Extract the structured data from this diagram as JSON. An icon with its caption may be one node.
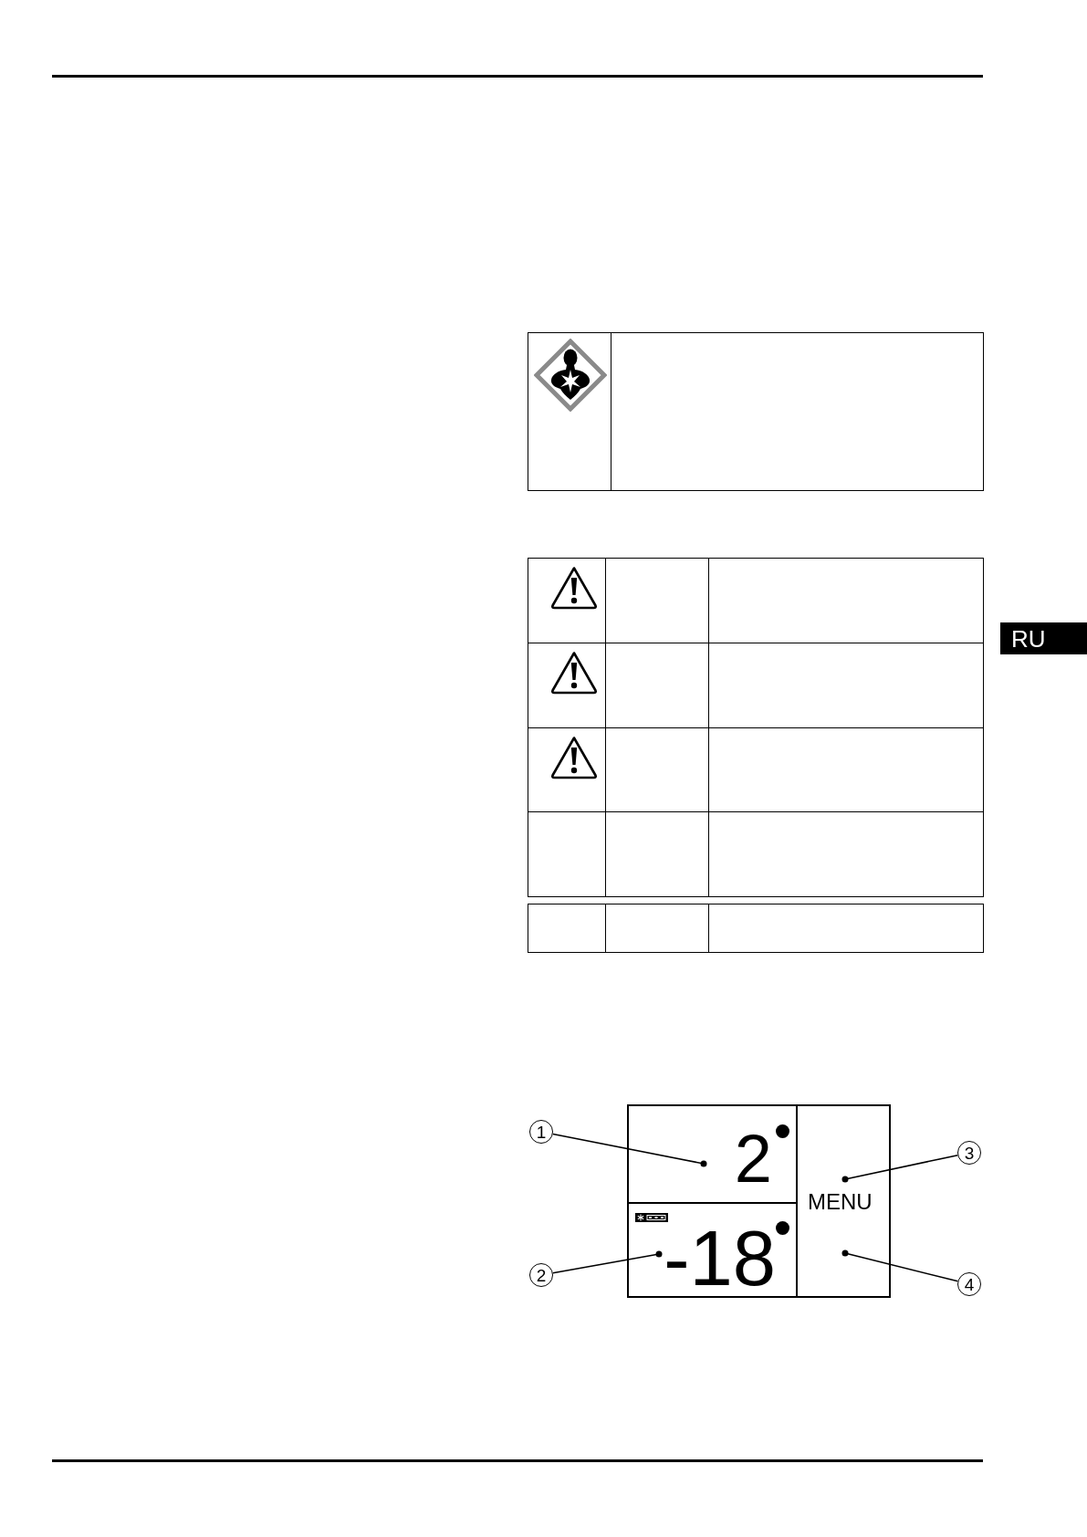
{
  "diagram": {
    "nodes": [
      {
        "text": [
          "2"
        ]
      },
      {
        "text": [
          "MENU"
        ]
      },
      {
        "text": [
          "-18"
        ]
      },
      {
        "text": [
          "1"
        ]
      },
      {
        "text": [
          "2"
        ]
      },
      {
        "text": [
          "3"
        ]
      },
      {
        "text": [
          "4"
        ]
      }
    ],
    "edges": [
      {
        "from": 3,
        "to": 0,
        "arrow": "other"
      },
      {
        "from": 4,
        "to": 2,
        "arrow": "other"
      },
      {
        "from": 5,
        "to": 1,
        "arrow": "other"
      },
      {
        "from": 6,
        "to": 1,
        "arrow": "other"
      }
    ],
    "labels": [
      "RU"
    ]
  }
}
